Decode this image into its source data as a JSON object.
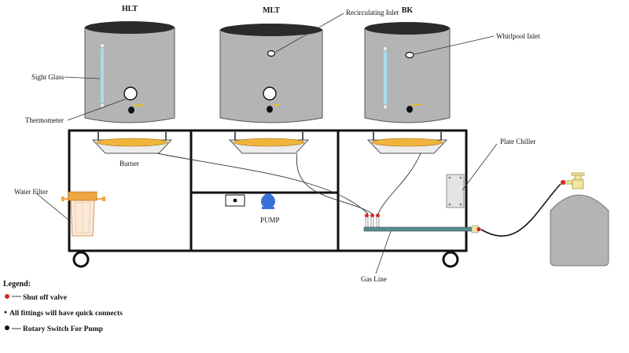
{
  "vessels": {
    "hlt": "HLT",
    "mlt": "MLT",
    "bk": "BK"
  },
  "callouts": {
    "sight_glass": "Sight Glass",
    "thermometer": "Thermometer",
    "recirculating_inlet": "Recirculating Inlet",
    "whirlpool_inlet": "Whirlpool Inlet",
    "burner": "Burner",
    "plate_chiller": "Plate Chiller",
    "water_filter": "Water Filter",
    "pump": "PUMP",
    "gas_line": "Gas Line"
  },
  "legend": {
    "title": "Legend:",
    "shutoff": "Shut off valve",
    "fittings": "All fittings will have quick connects",
    "rotary": "Rotary Switch For Pump"
  },
  "colors": {
    "tank": "#b4b4b4",
    "tank_dark": "#2b2b2b",
    "burner_flame": "#f0b43c",
    "sight_glass": "#a8dcef",
    "gas_line": "#5a8a8c",
    "pump": "#3a6fd6",
    "valve": "#d52525",
    "filter": "#f0a640"
  }
}
